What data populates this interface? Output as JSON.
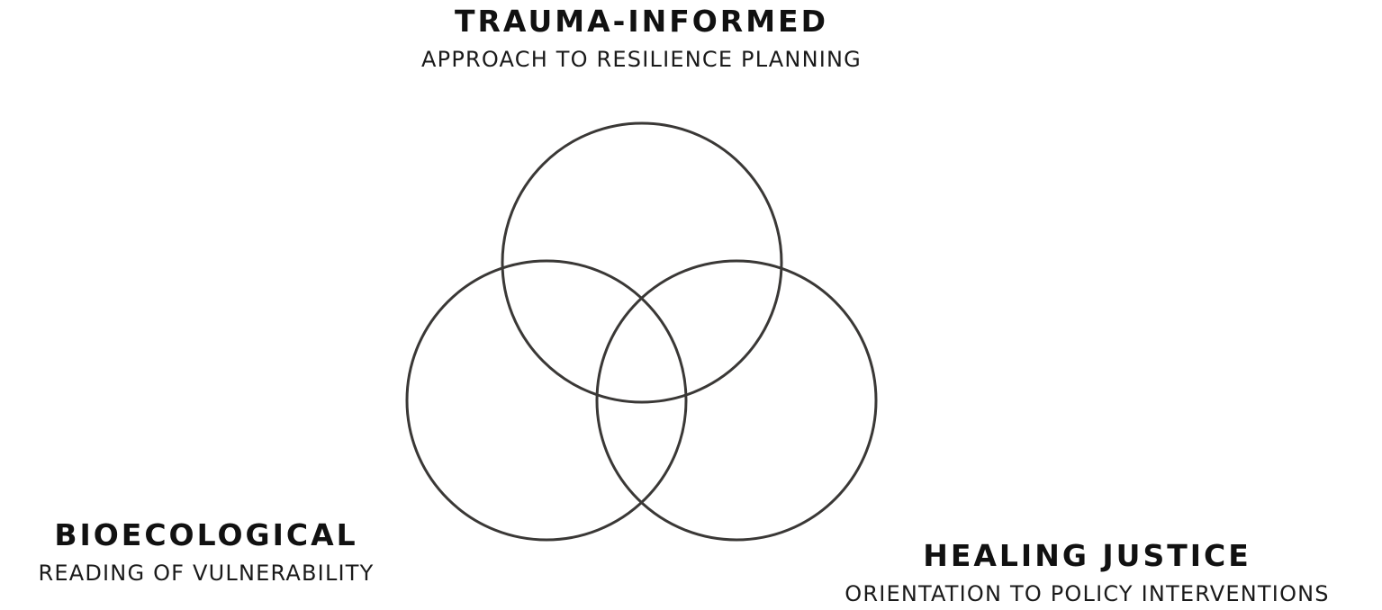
{
  "diagram": {
    "type": "venn",
    "stroke_color": "#3a3836",
    "sets": [
      {
        "title": "TRAUMA-INFORMED",
        "subtitle": "APPROACH TO RESILIENCE PLANNING"
      },
      {
        "title": "BIOECOLOGICAL",
        "subtitle": "READING OF VULNERABILITY"
      },
      {
        "title": "HEALING JUSTICE",
        "subtitle": "ORIENTATION TO POLICY INTERVENTIONS"
      }
    ]
  }
}
